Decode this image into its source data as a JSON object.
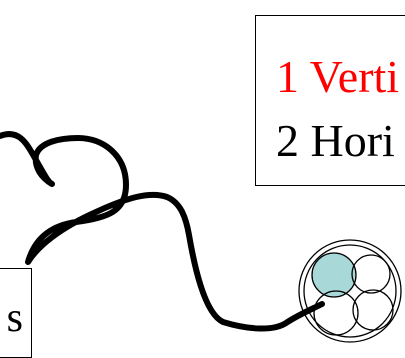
{
  "legend": {
    "line_1": "1 Verti",
    "line_2": "2 Hori",
    "line_1_color": "#ff0000",
    "line_2_color": "#000000"
  },
  "left_box": {
    "text": "s"
  },
  "cell_cluster": {
    "highlight_color": "#a9d8d8"
  }
}
